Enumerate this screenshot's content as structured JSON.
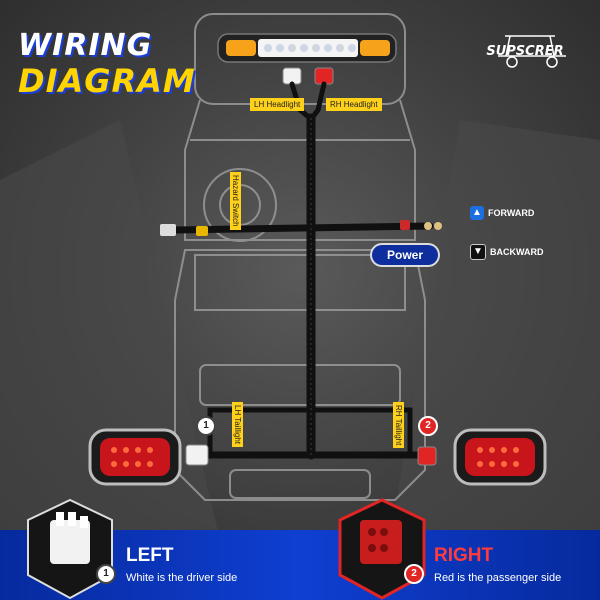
{
  "title": {
    "line1": "WIRING",
    "line2": "DIAGRAM"
  },
  "brand": "SUPSCRER",
  "labels": {
    "lh_headlight": "LH Headlight",
    "rh_headlight": "RH Headlight",
    "hazard_switch": "Hazard Switch",
    "power": "Power",
    "lh_taillight": "LH Taillight",
    "rh_taillight": "RH Taillight"
  },
  "legend": {
    "forward": "FORWARD",
    "backward": "BACKWARD",
    "forward_icon": "arrow-up-icon",
    "backward_icon": "arrow-down-icon"
  },
  "markers": {
    "one": "1",
    "two": "2"
  },
  "footer": {
    "left_title": "LEFT",
    "left_desc": "White is the driver side",
    "left_number": "1",
    "right_title": "RIGHT",
    "right_desc": "Red is the passenger side",
    "right_number": "2"
  },
  "colors": {
    "accent_yellow": "#ffd400",
    "brand_blue": "#0f3fd1",
    "connector_red": "#e12424",
    "connector_white": "#f2f2f2",
    "taillight_red": "#c8141b"
  }
}
